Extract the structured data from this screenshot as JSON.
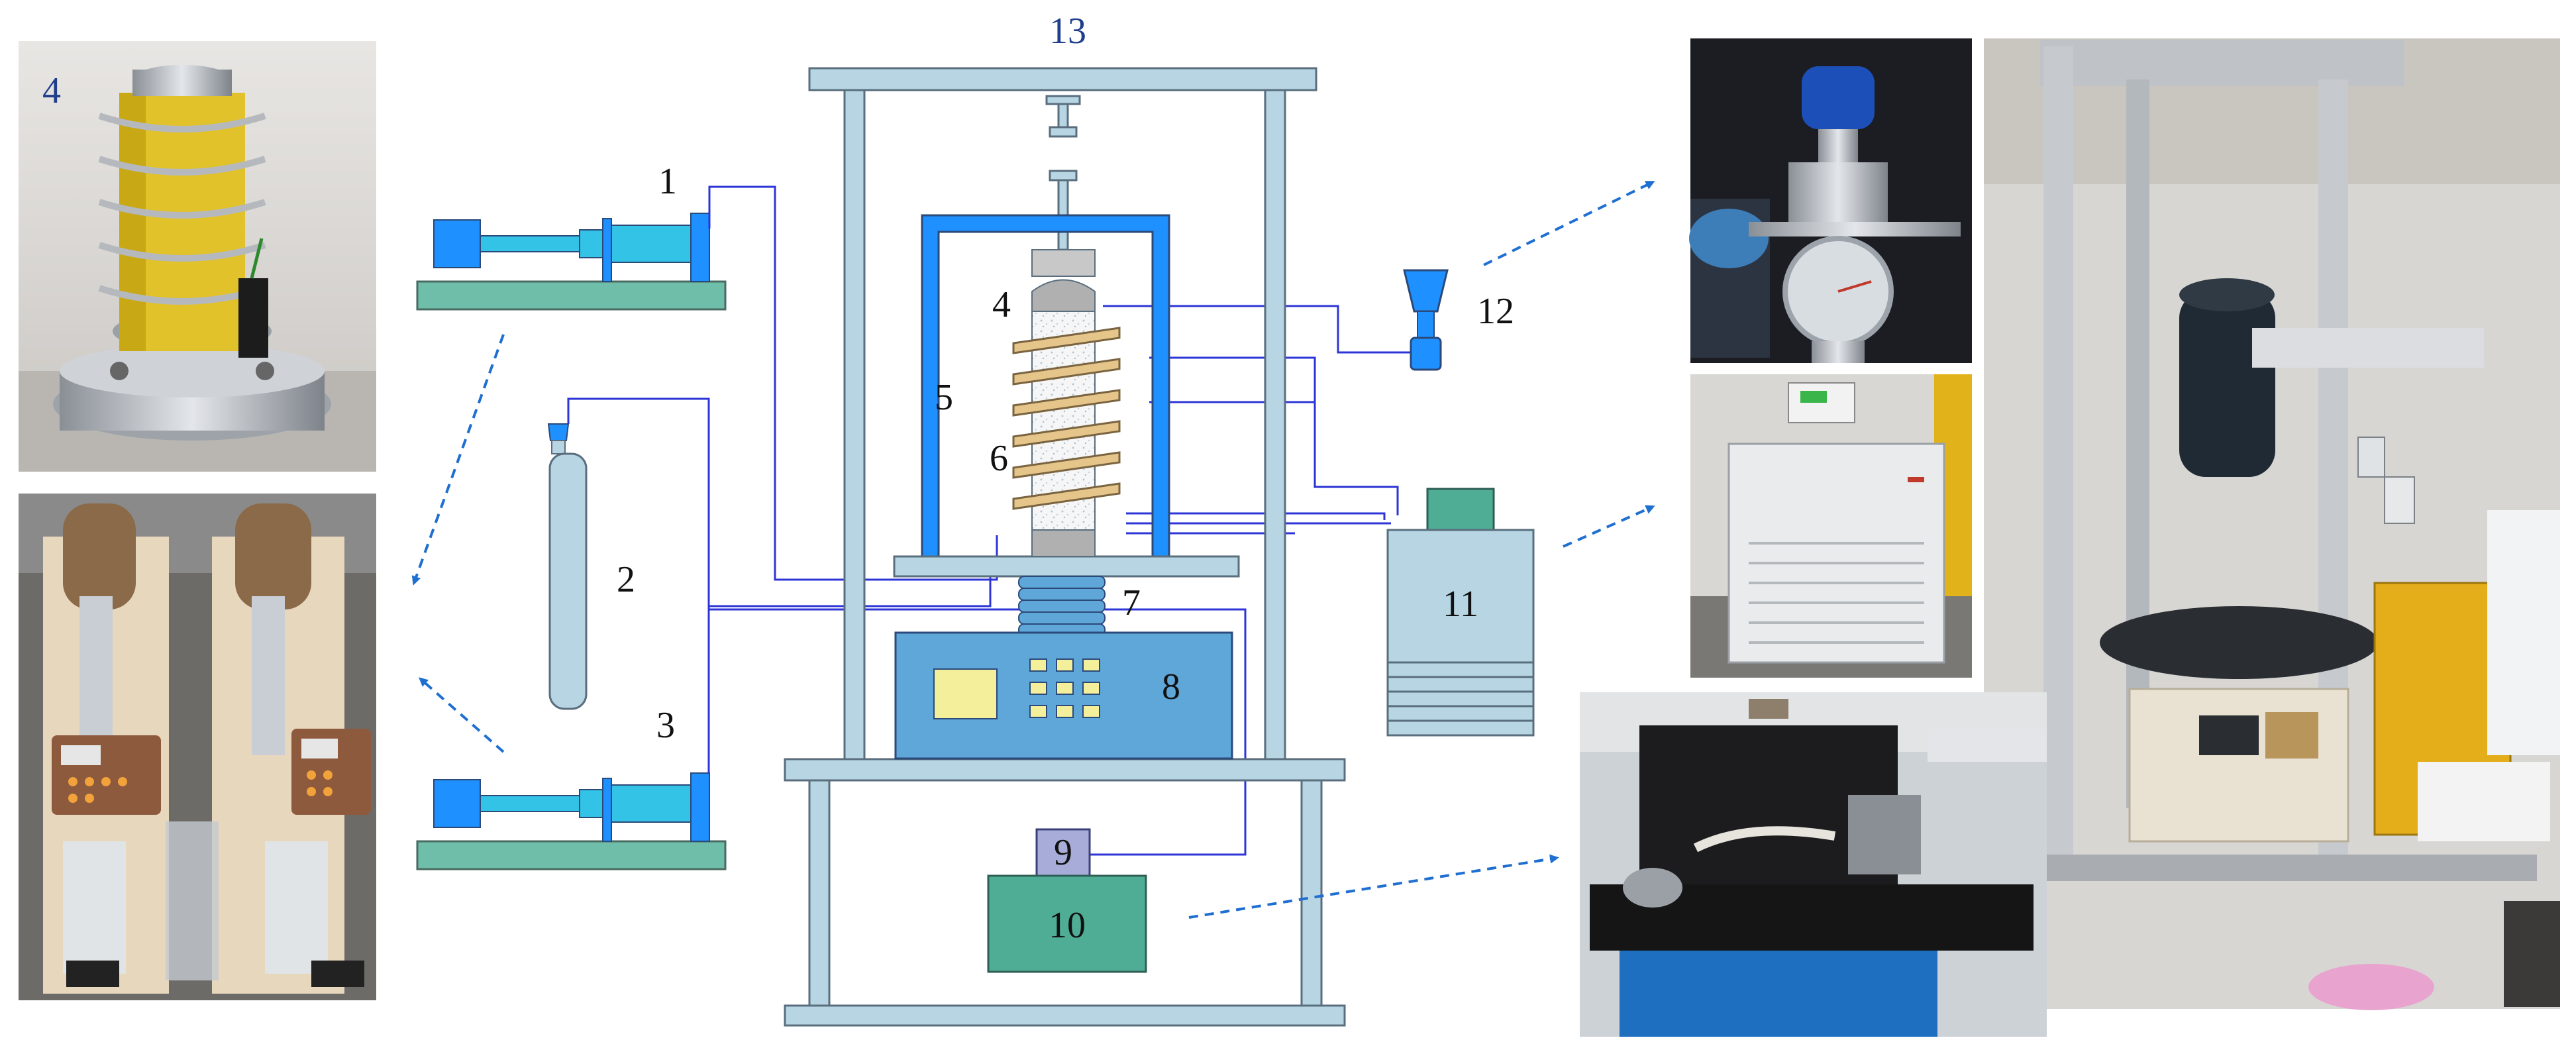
{
  "labels": {
    "syringe_pump_top": "1",
    "gas_cylinder": "2",
    "syringe_pump_bottom": "3",
    "sample": "4",
    "pressure_vessel": "5",
    "heating_coil": "6",
    "bellows": "7",
    "controller": "8",
    "unit_9": "9",
    "unit_10": "10",
    "thermostat_bath": "11",
    "back_pressure_valve": "12",
    "load_frame": "13"
  },
  "photos": {
    "sample_photo_label": "4"
  },
  "colors": {
    "frame_fill": "#b7d5e3",
    "frame_stroke": "#5a6e7e",
    "vessel_blue": "#1e90ff",
    "base_teal": "#6fbea9",
    "pipe_line": "#2d35d6",
    "dashed_arrow": "#1f6fd1",
    "coil_tan": "#e5c58a",
    "controller_blue": "#5fa6d9",
    "screen_yellow": "#f4ef9a"
  }
}
